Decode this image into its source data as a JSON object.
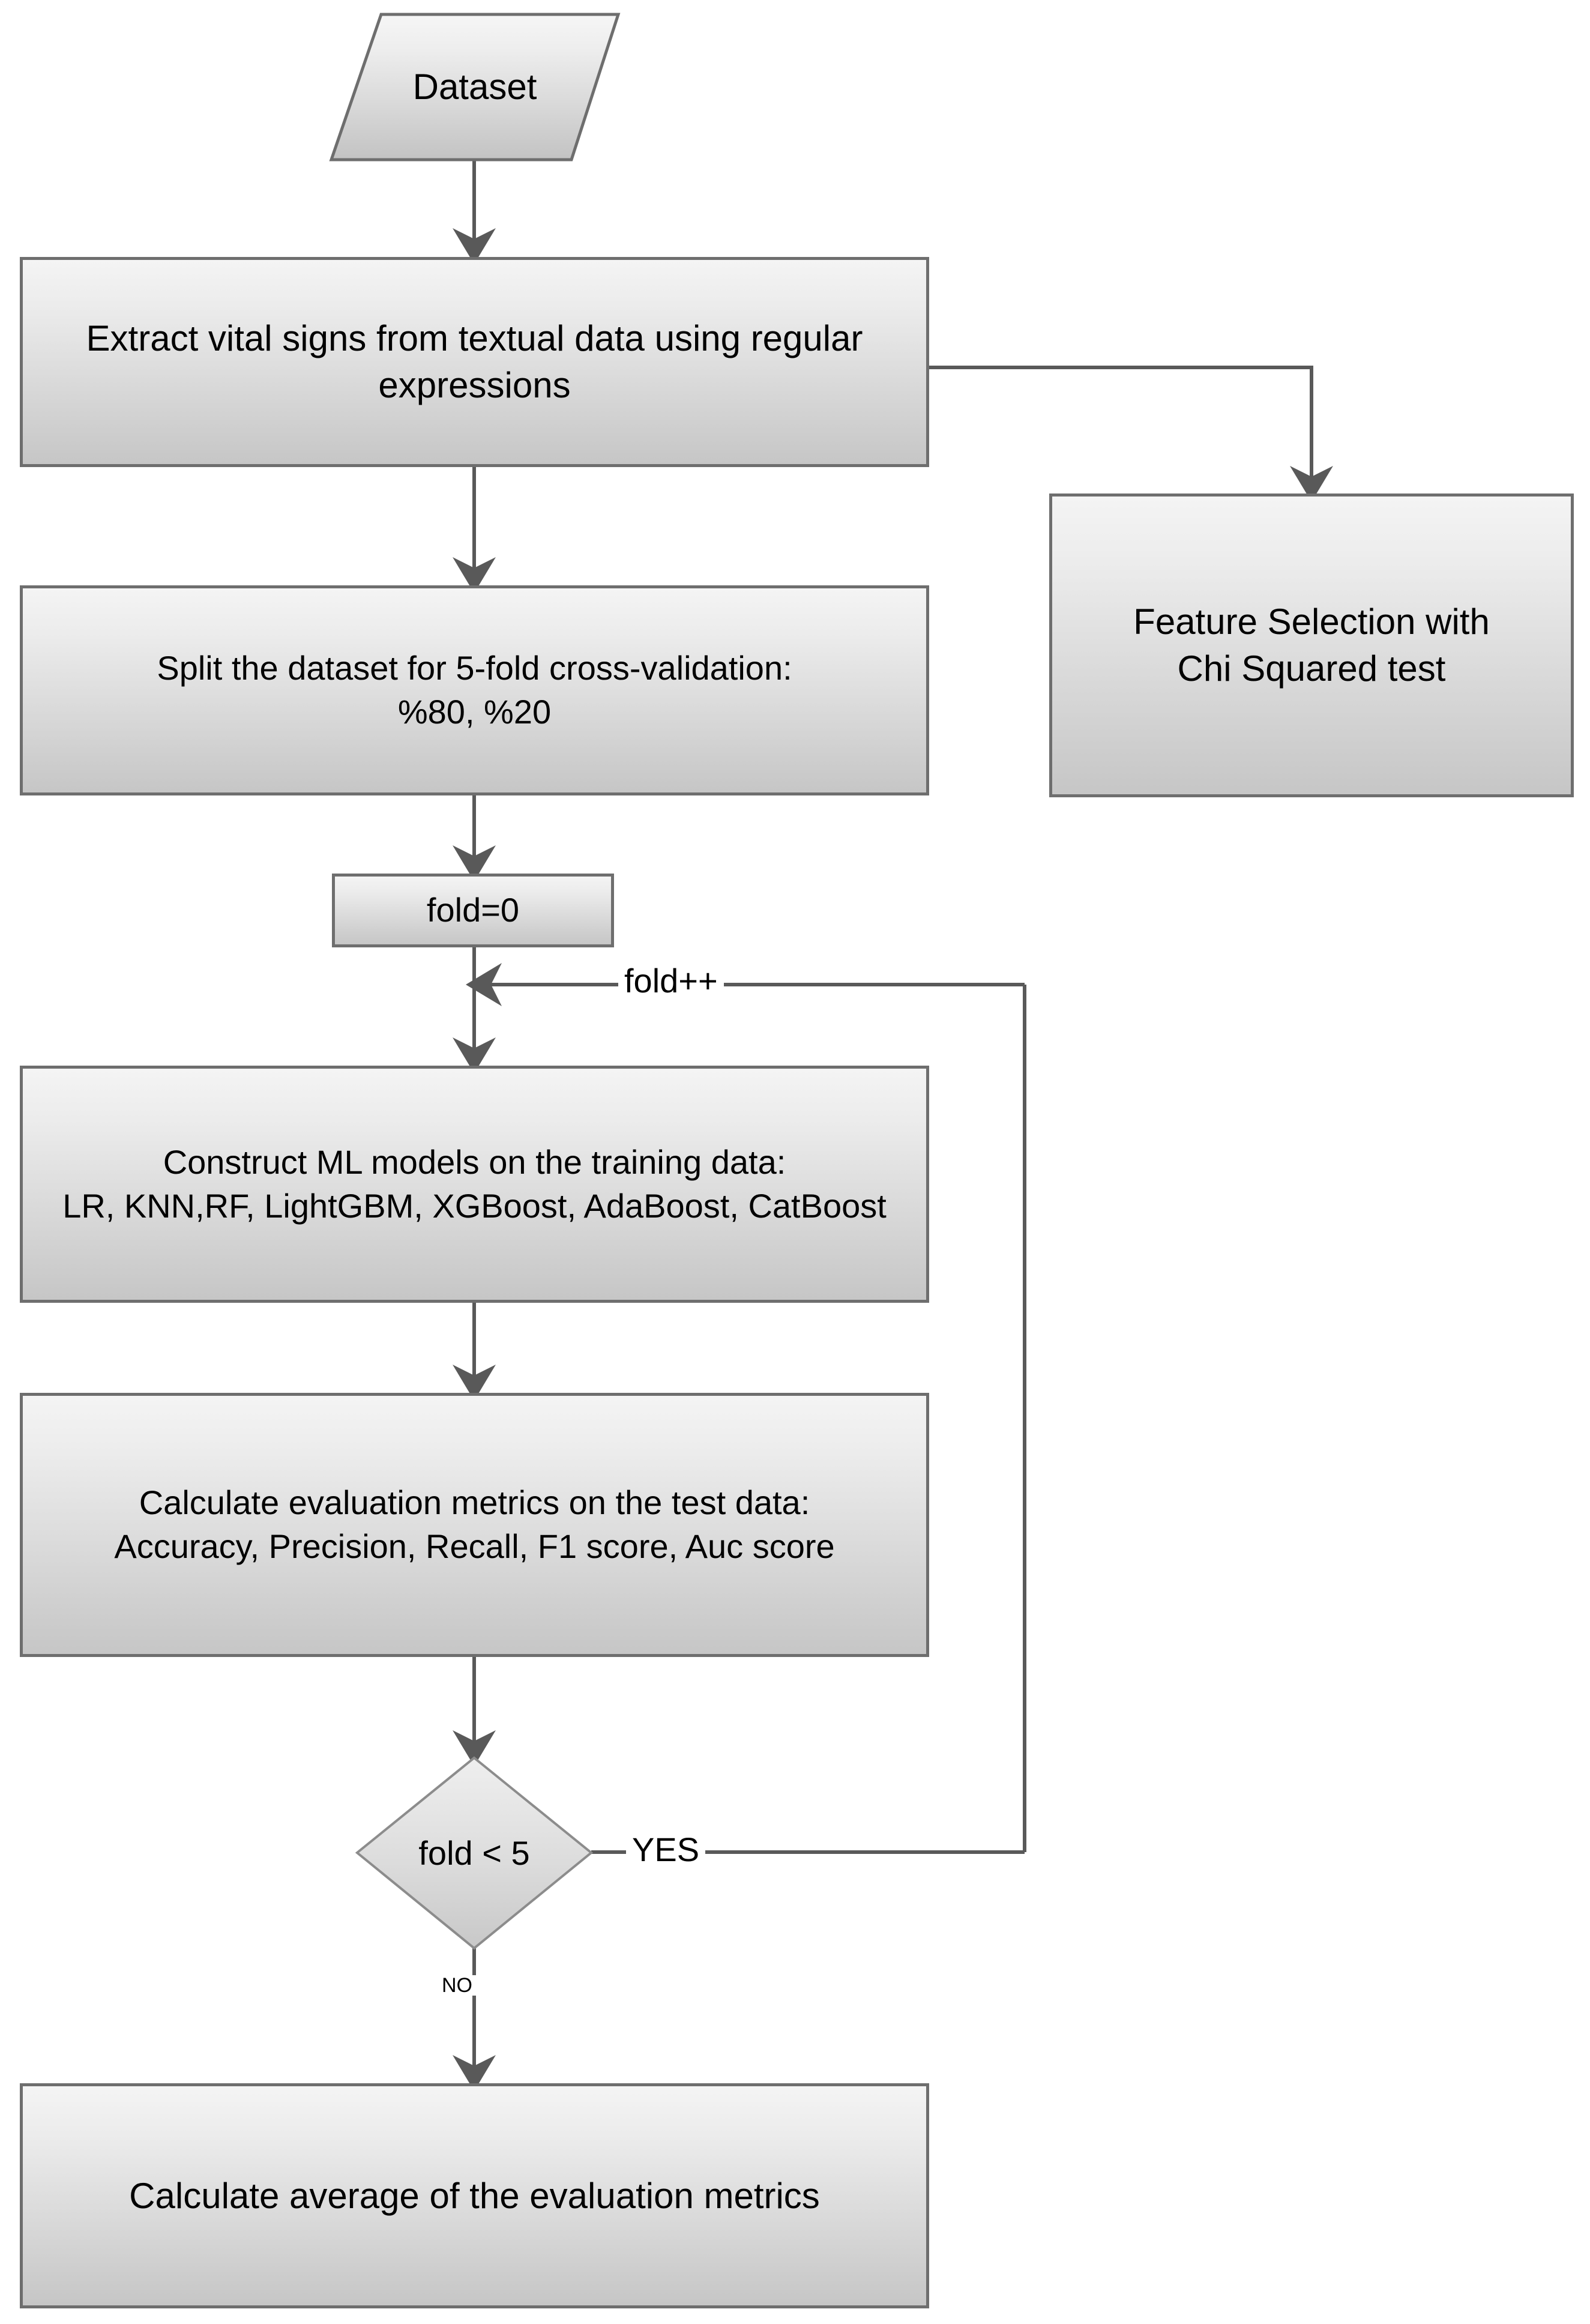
{
  "diagram": {
    "title": "Machine learning pipeline flowchart",
    "type": "flowchart",
    "colors": {
      "node_border": "#6e6e6e",
      "node_fill_top": "#f4f4f4",
      "node_fill_bottom": "#c6c6c6",
      "connector": "#595959",
      "background": "#ffffff",
      "text": "#000000"
    },
    "nodes": [
      {
        "id": "dataset",
        "shape": "parallelogram",
        "label": "Dataset"
      },
      {
        "id": "extract",
        "shape": "process",
        "label": "Extract vital signs from textual data using regular expressions"
      },
      {
        "id": "feature-selection",
        "shape": "process",
        "label": "Feature Selection with\nChi Squared test"
      },
      {
        "id": "split",
        "shape": "process",
        "label": "Split the dataset for 5-fold cross-validation:\n%80, %20"
      },
      {
        "id": "fold-init",
        "shape": "process",
        "label": "fold=0"
      },
      {
        "id": "construct-models",
        "shape": "process",
        "label": "Construct ML models on the training data:\nLR, KNN,RF, LightGBM, XGBoost, AdaBoost, CatBoost"
      },
      {
        "id": "calc-metrics",
        "shape": "process",
        "label": "Calculate evaluation metrics on the test data:\nAccuracy, Precision, Recall, F1 score, Auc score"
      },
      {
        "id": "fold-check",
        "shape": "decision",
        "label": "fold < 5"
      },
      {
        "id": "average",
        "shape": "process",
        "label": "Calculate average of the evaluation metrics"
      }
    ],
    "edges": [
      {
        "id": "e1",
        "from": "dataset",
        "to": "extract",
        "label": ""
      },
      {
        "id": "e2",
        "from": "extract",
        "to": "feature-selection",
        "label": ""
      },
      {
        "id": "e3",
        "from": "extract",
        "to": "split",
        "label": ""
      },
      {
        "id": "e4",
        "from": "split",
        "to": "fold-init",
        "label": ""
      },
      {
        "id": "e5",
        "from": "fold-init",
        "to": "construct-models",
        "label": ""
      },
      {
        "id": "e6",
        "from": "construct-models",
        "to": "calc-metrics",
        "label": ""
      },
      {
        "id": "e7",
        "from": "calc-metrics",
        "to": "fold-check",
        "label": ""
      },
      {
        "id": "e8",
        "from": "fold-check",
        "to": "construct-models",
        "label": "YES"
      },
      {
        "id": "e9",
        "from": "fold-check",
        "to": "average",
        "label": "NO"
      },
      {
        "id": "e10",
        "from": "loop-return",
        "to": "construct-models",
        "label": "fold++"
      }
    ],
    "edge_labels": {
      "fold_increment": "fold++",
      "decision_yes": "YES",
      "decision_no": "NO"
    }
  }
}
